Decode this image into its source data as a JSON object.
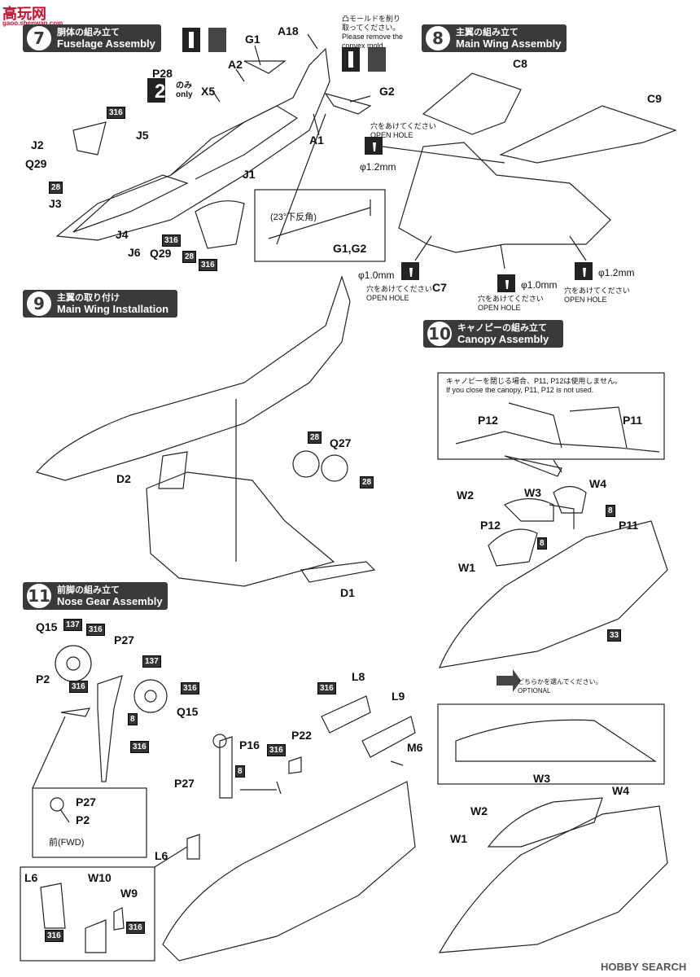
{
  "watermark_top": {
    "logo": "高玩网",
    "url": "gaoo.shenwan.com"
  },
  "watermark_bottom": "HOBBY SEARCH",
  "steps": {
    "s7": {
      "num": "7",
      "jp": "胴体の組み立て",
      "en": "Fuselage Assembly"
    },
    "s8": {
      "num": "8",
      "jp": "主翼の組み立て",
      "en": "Main Wing Assembly"
    },
    "s9": {
      "num": "9",
      "jp": "主翼の取り付け",
      "en": "Main Wing Installation"
    },
    "s10": {
      "num": "10",
      "jp": "キャノピーの組み立て",
      "en": "Canopy Assembly"
    },
    "s11": {
      "num": "11",
      "jp": "前脚の組み立て",
      "en": "Nose Gear Assembly"
    }
  },
  "notes": {
    "convex": [
      "凸モールドを削り",
      "取ってください。",
      "Please remove the",
      "convex mold."
    ],
    "open_hole_jp": "穴をあけてください",
    "open_hole_en": "OPEN HOLE",
    "dia_12": "φ1.2mm",
    "dia_10": "φ1.0mm",
    "dihedral": "(23°下反角)",
    "canopy_close_jp": "キャノピーを閉じる場合、P11, P12は使用しません。",
    "canopy_close_en": "If you close the canopy, P11, P12 is not used.",
    "optional_jp": "どちらかを選んでください。",
    "optional_en": "OPTIONAL",
    "only_jp": "のみ",
    "only_en": "only",
    "only_num": "2",
    "fwd": "前(FWD)"
  },
  "labels": {
    "G1": "G1",
    "A18": "A18",
    "A2": "A2",
    "P28": "P28",
    "X5": "X5",
    "G2": "G2",
    "J2": "J2",
    "J5": "J5",
    "Q29": "Q29",
    "J3": "J3",
    "J1": "J1",
    "A1": "A1",
    "J4": "J4",
    "J6": "J6",
    "Q29b": "Q29",
    "G1G2": "G1,G2",
    "C8": "C8",
    "C9": "C9",
    "C7": "C7",
    "D2": "D2",
    "Q27": "Q27",
    "D1": "D1",
    "P12": "P12",
    "P11": "P11",
    "W2": "W2",
    "W3": "W3",
    "W4": "W4",
    "W1": "W1",
    "P12b": "P12",
    "P11b": "P11",
    "W3b": "W3",
    "W4b": "W4",
    "W2b": "W2",
    "W1b": "W1",
    "Q15": "Q15",
    "P27": "P27",
    "P2": "P2",
    "Q15b": "Q15",
    "P16": "P16",
    "P22": "P22",
    "L8": "L8",
    "L9": "L9",
    "M6": "M6",
    "P27b": "P27",
    "L6": "L6",
    "P27c": "P27",
    "P2b": "P2",
    "L6b": "L6",
    "W10": "W10",
    "W9": "W9"
  },
  "paint_codes": {
    "c316": "316",
    "c28": "28",
    "c8": "8",
    "c137": "137",
    "c33": "33"
  }
}
